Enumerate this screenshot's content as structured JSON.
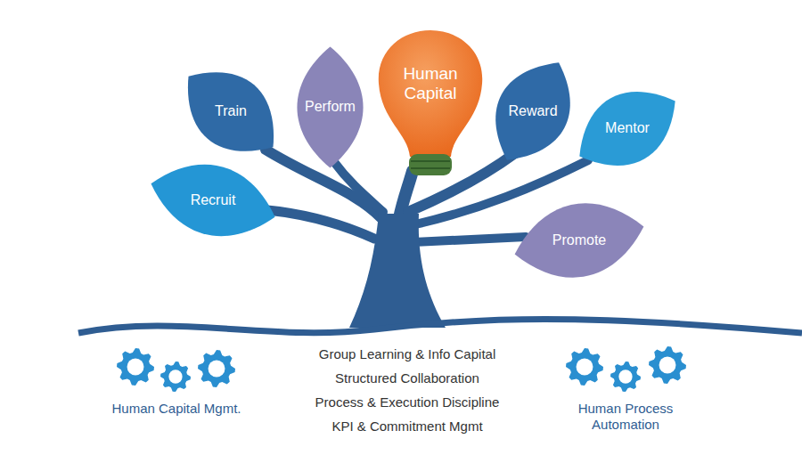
{
  "diagram": {
    "nodes": [
      {
        "text": [
          "Train"
        ]
      },
      {
        "text": [
          "Perform"
        ]
      },
      {
        "text": [
          "Human Capital"
        ]
      },
      {
        "text": [
          "Reward"
        ]
      },
      {
        "text": [
          "Mentor"
        ]
      },
      {
        "text": [
          "Recruit"
        ]
      },
      {
        "text": [
          "Promote"
        ]
      }
    ],
    "labels": [
      "Group Learning & Info Capital",
      "Structured Collaboration",
      "Process & Execution Discipline",
      "KPI & Commitment Mgmt",
      "Human Capital Mgmt.",
      "Human Process Automation"
    ]
  }
}
